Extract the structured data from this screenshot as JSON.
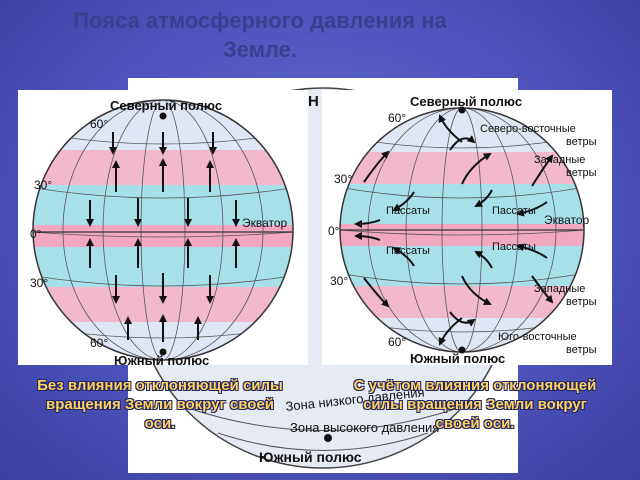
{
  "title": "Пояса атмосферного давления на Земле.",
  "colors": {
    "background": "#4f54bd",
    "title": "#3a3f8e",
    "caption": "#ffd25a",
    "low_pressure_band": "#f2a7c3",
    "high_pressure_band": "#9fdde6",
    "arrow": "#111111"
  },
  "background_globe": {
    "north_fragment": "Н",
    "zone_low": "Зона низкого давления",
    "zone_high": "Зона высокого давления",
    "south_pole": "Южный полюс"
  },
  "left_globe": {
    "north_pole": "Северный полюс",
    "south_pole": "Южный полюс",
    "lat_60n": "60°",
    "lat_30n": "30°",
    "lat_0": "0°",
    "lat_30s": "30°",
    "lat_60s": "60°",
    "equator": "Экватор",
    "caption": "Без влияния отклоняющей силы вращения Земли вокруг своей оси."
  },
  "right_globe": {
    "north_pole": "Северный полюс",
    "south_pole": "Южный полюс",
    "lat_60n": "60°",
    "lat_30n": "30°",
    "lat_0": "0°",
    "lat_30s": "30°",
    "lat_60s": "60°",
    "equator": "Экватор",
    "ne_winds_1": "Северо-восточные",
    "ne_winds_2": "ветры",
    "west_n_1": "Западные",
    "west_n_2": "ветры",
    "trades_nw": "Пассаты",
    "trades_ne": "Пассаты",
    "trades_sw": "Пассаты",
    "trades_se": "Пассаты",
    "west_s_1": "Западные",
    "west_s_2": "ветры",
    "se_winds_1": "Юго-восточные",
    "se_winds_2": "ветры",
    "caption": "С учётом влияния отклоняющей силы вращения Земли вокруг своей оси."
  }
}
